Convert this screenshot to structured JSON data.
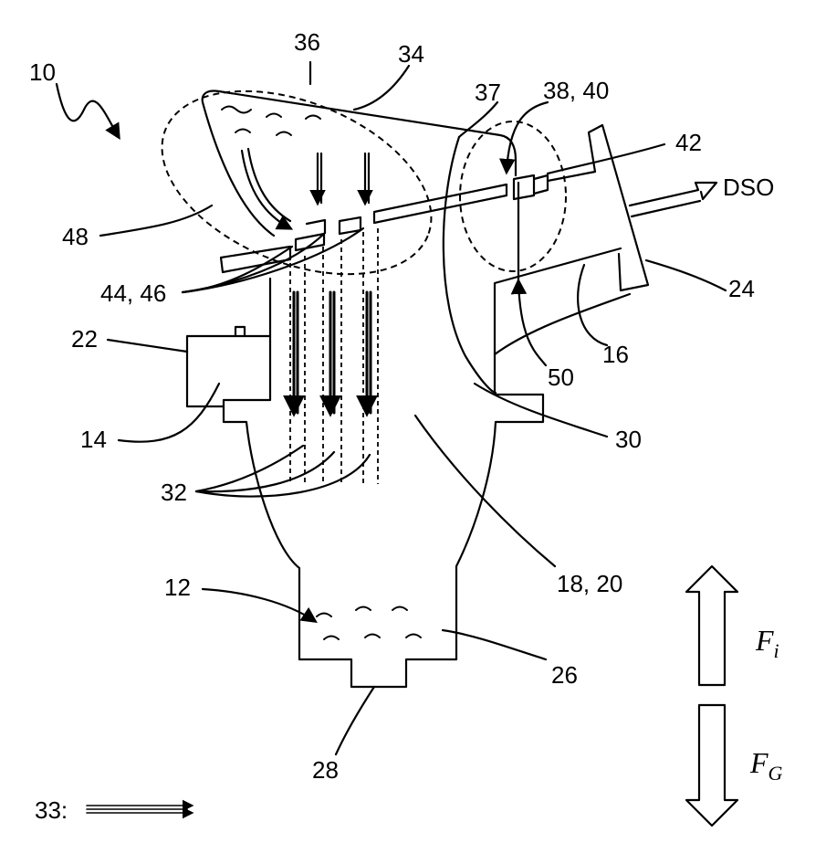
{
  "labels": {
    "l10": "10",
    "l36": "36",
    "l34": "34",
    "l37": "37",
    "l38_40": "38, 40",
    "l42": "42",
    "dso": "DSO",
    "l48": "48",
    "l44_46": "44, 46",
    "l24": "24",
    "l22": "22",
    "l16": "16",
    "l50": "50",
    "l14": "14",
    "l30": "30",
    "l32": "32",
    "l18_20": "18, 20",
    "l12": "12",
    "l26": "26",
    "l28": "28",
    "l33": "33:"
  },
  "forces": {
    "fi_base": "F",
    "fi_sub": "i",
    "fg_base": "F",
    "fg_sub": "G"
  }
}
